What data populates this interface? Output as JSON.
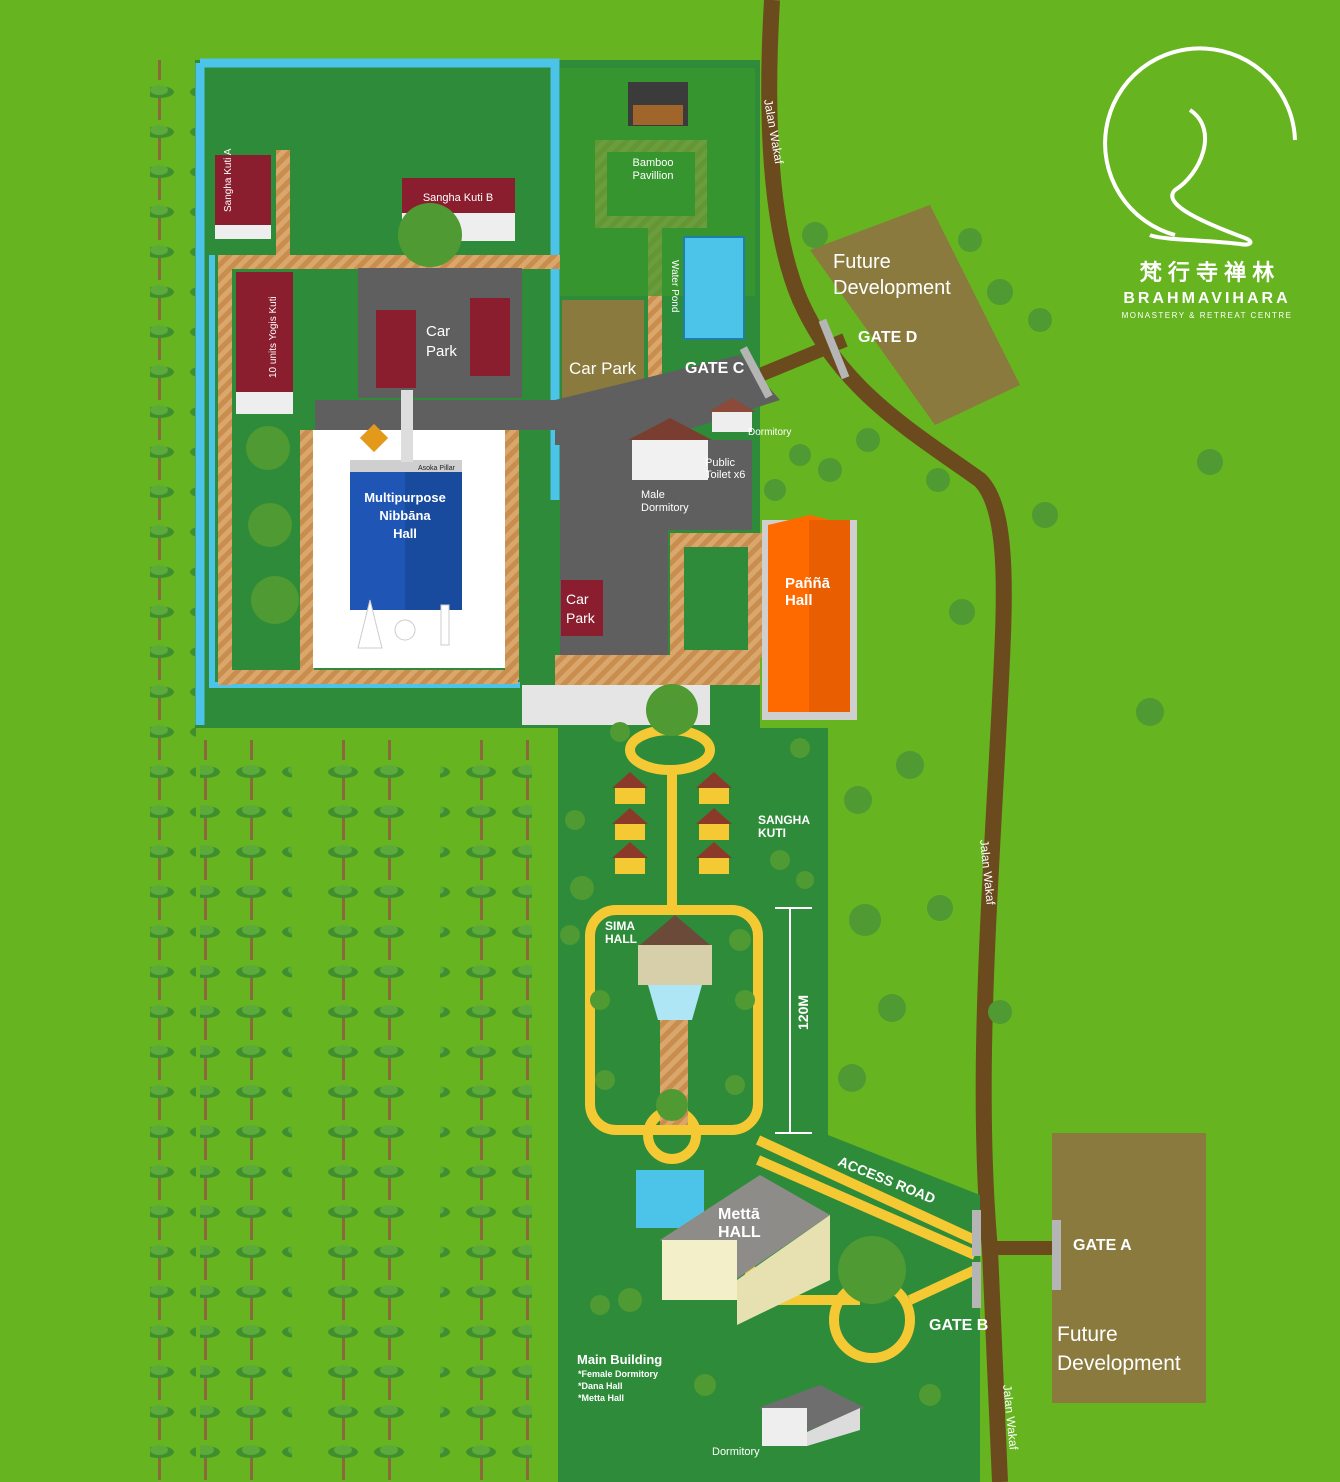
{
  "logo": {
    "chinese": "梵 行 寺 禅 林",
    "name": "BRAHMAVIHARA",
    "tagline": "MONASTERY & RETREAT CENTRE"
  },
  "roads": {
    "road_top": "Jalan Wakaf",
    "road_mid": "Jalan Wakaf",
    "road_bottom": "Jalan Wakaf",
    "access_road": "ACCESS ROAD",
    "distance": "120M"
  },
  "gates": {
    "a": "GATE A",
    "b": "GATE B",
    "c": "GATE C",
    "d": "GATE D"
  },
  "future": {
    "top_line1": "Future",
    "top_line2": "Development",
    "bottom_line1": "Future",
    "bottom_line2": "Development"
  },
  "buildings": {
    "sangha_kuti_a": "Sangha Kuti A",
    "sangha_kuti_b": "Sangha Kuti B",
    "yogis_kuti": "10 units Yogis Kuti",
    "car_park_center_1": "Car",
    "car_park_center_2": "Park",
    "car_park_east": "Car Park",
    "car_park_small_1": "Car",
    "car_park_small_2": "Park",
    "bamboo_1": "Bamboo",
    "bamboo_2": "Pavillion",
    "water_pond": "Water Pond",
    "asoka_pillar": "Asoka Pillar",
    "nibbana_1": "Multipurpose",
    "nibbana_2": "Nibbāna",
    "nibbana_3": "Hall",
    "stupa": "Stupa",
    "buddha": "Buddha",
    "standing_1": "Standing",
    "standing_2": "Buddha",
    "dormitory_top": "Dormitory",
    "public_toilet_1": "Public",
    "public_toilet_2": "Toilet x6",
    "male_dorm_1": "Male",
    "male_dorm_2": "Dormitory",
    "panna_1": "Paññā",
    "panna_2": "Hall",
    "sangha_kuti_label_1": "SANGHA",
    "sangha_kuti_label_2": "KUTI",
    "sima_1": "SIMA",
    "sima_2": "HALL",
    "metta_1": "Mettā",
    "metta_2": "HALL",
    "main_building": "Main Building",
    "main_item_1": "*Female Dormitory",
    "main_item_2": "*Dana Hall",
    "main_item_3": "*Metta Hall",
    "dormitory_bottom": "Dormitory"
  },
  "colors": {
    "grass": "#66b41f",
    "compound": "#2e8b3a",
    "water": "#4cc3e8",
    "path_yellow": "#f5c933",
    "road_brown": "#6b4a1e",
    "future_dev": "#8b7a3e",
    "panna_orange": "#ff6a00",
    "nibbana_blue": "#1f56b5",
    "kuti_red": "#8b1e2e",
    "asphalt": "#5f5f5f"
  }
}
